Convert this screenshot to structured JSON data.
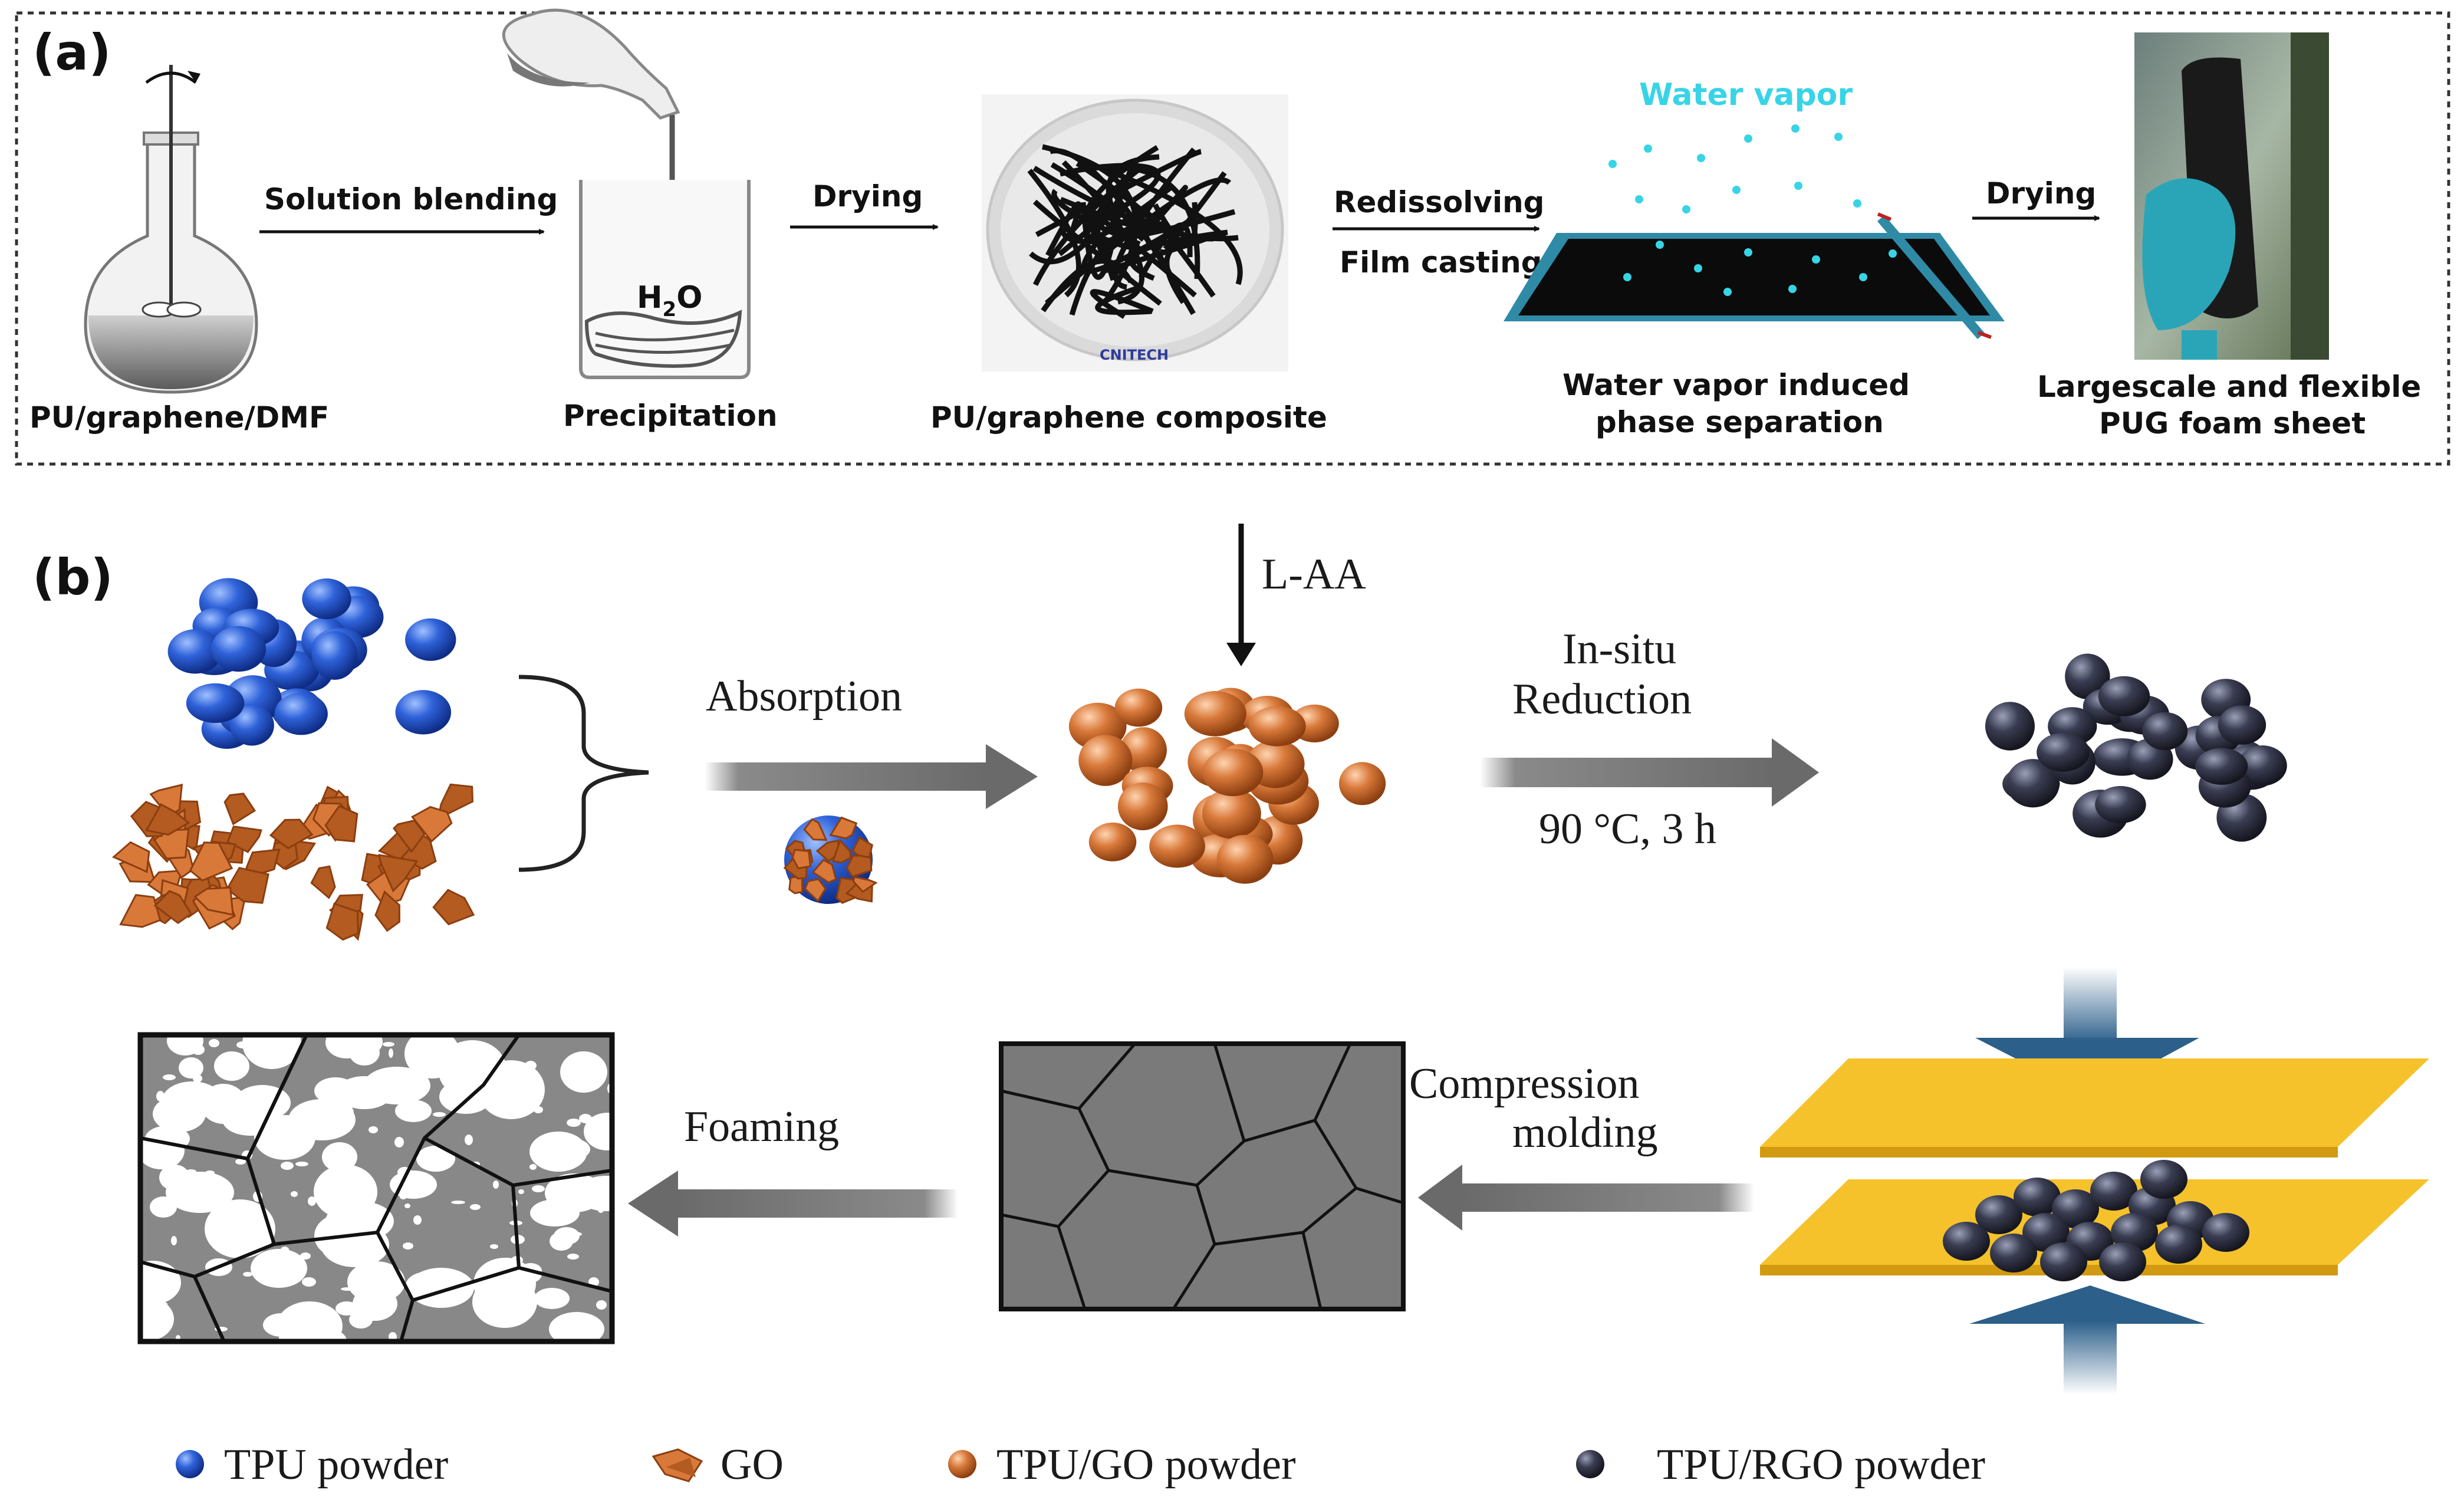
{
  "panel_a": {
    "panel_label": "(a)",
    "labels": {
      "pu_graphene_dmf": "PU/graphene/DMF",
      "solution_blending": "Solution blending",
      "h2o_h": "H",
      "h2o_sub": "2",
      "h2o_o": "O",
      "precipitation": "Precipitation",
      "drying_1": "Drying",
      "photo_watermark": "CNITECH",
      "pu_graphene_composite": "PU/graphene composite",
      "redissolving": "Redissolving",
      "film_casting": "Film casting",
      "water_vapor": "Water vapor",
      "phase_sep_line1": "Water vapor induced",
      "phase_sep_line2": "phase separation",
      "drying_2": "Drying",
      "sheet_line1": "Largescale and flexible",
      "sheet_line2": "PUG foam sheet"
    }
  },
  "panel_b": {
    "panel_label": "(b)",
    "labels": {
      "l_aa": "L-AA",
      "absorption": "Absorption",
      "insitu_line1": "In-situ",
      "insitu_line2": "Reduction",
      "conditions": "90 °C, 3 h",
      "compression_line1": "Compression",
      "compression_line2": "molding",
      "foaming": "Foaming"
    },
    "legend": {
      "tpu_powder": "TPU powder",
      "go": "GO",
      "tpu_go_powder": "TPU/GO powder",
      "tpu_rgo_powder": "TPU/RGO powder"
    }
  },
  "colors": {
    "tpu_blue": "#2f62d9",
    "go_orange": "#d8793a",
    "rgo_dark": "#3a3d52",
    "water_cyan": "#38d4e6",
    "tray_teal": "#2f8aa6",
    "mold_yellow": "#f5c22b",
    "press_blue": "#2c5f8a",
    "arrow_gray": "#737373",
    "cell_gray": "#7a7a7a"
  }
}
